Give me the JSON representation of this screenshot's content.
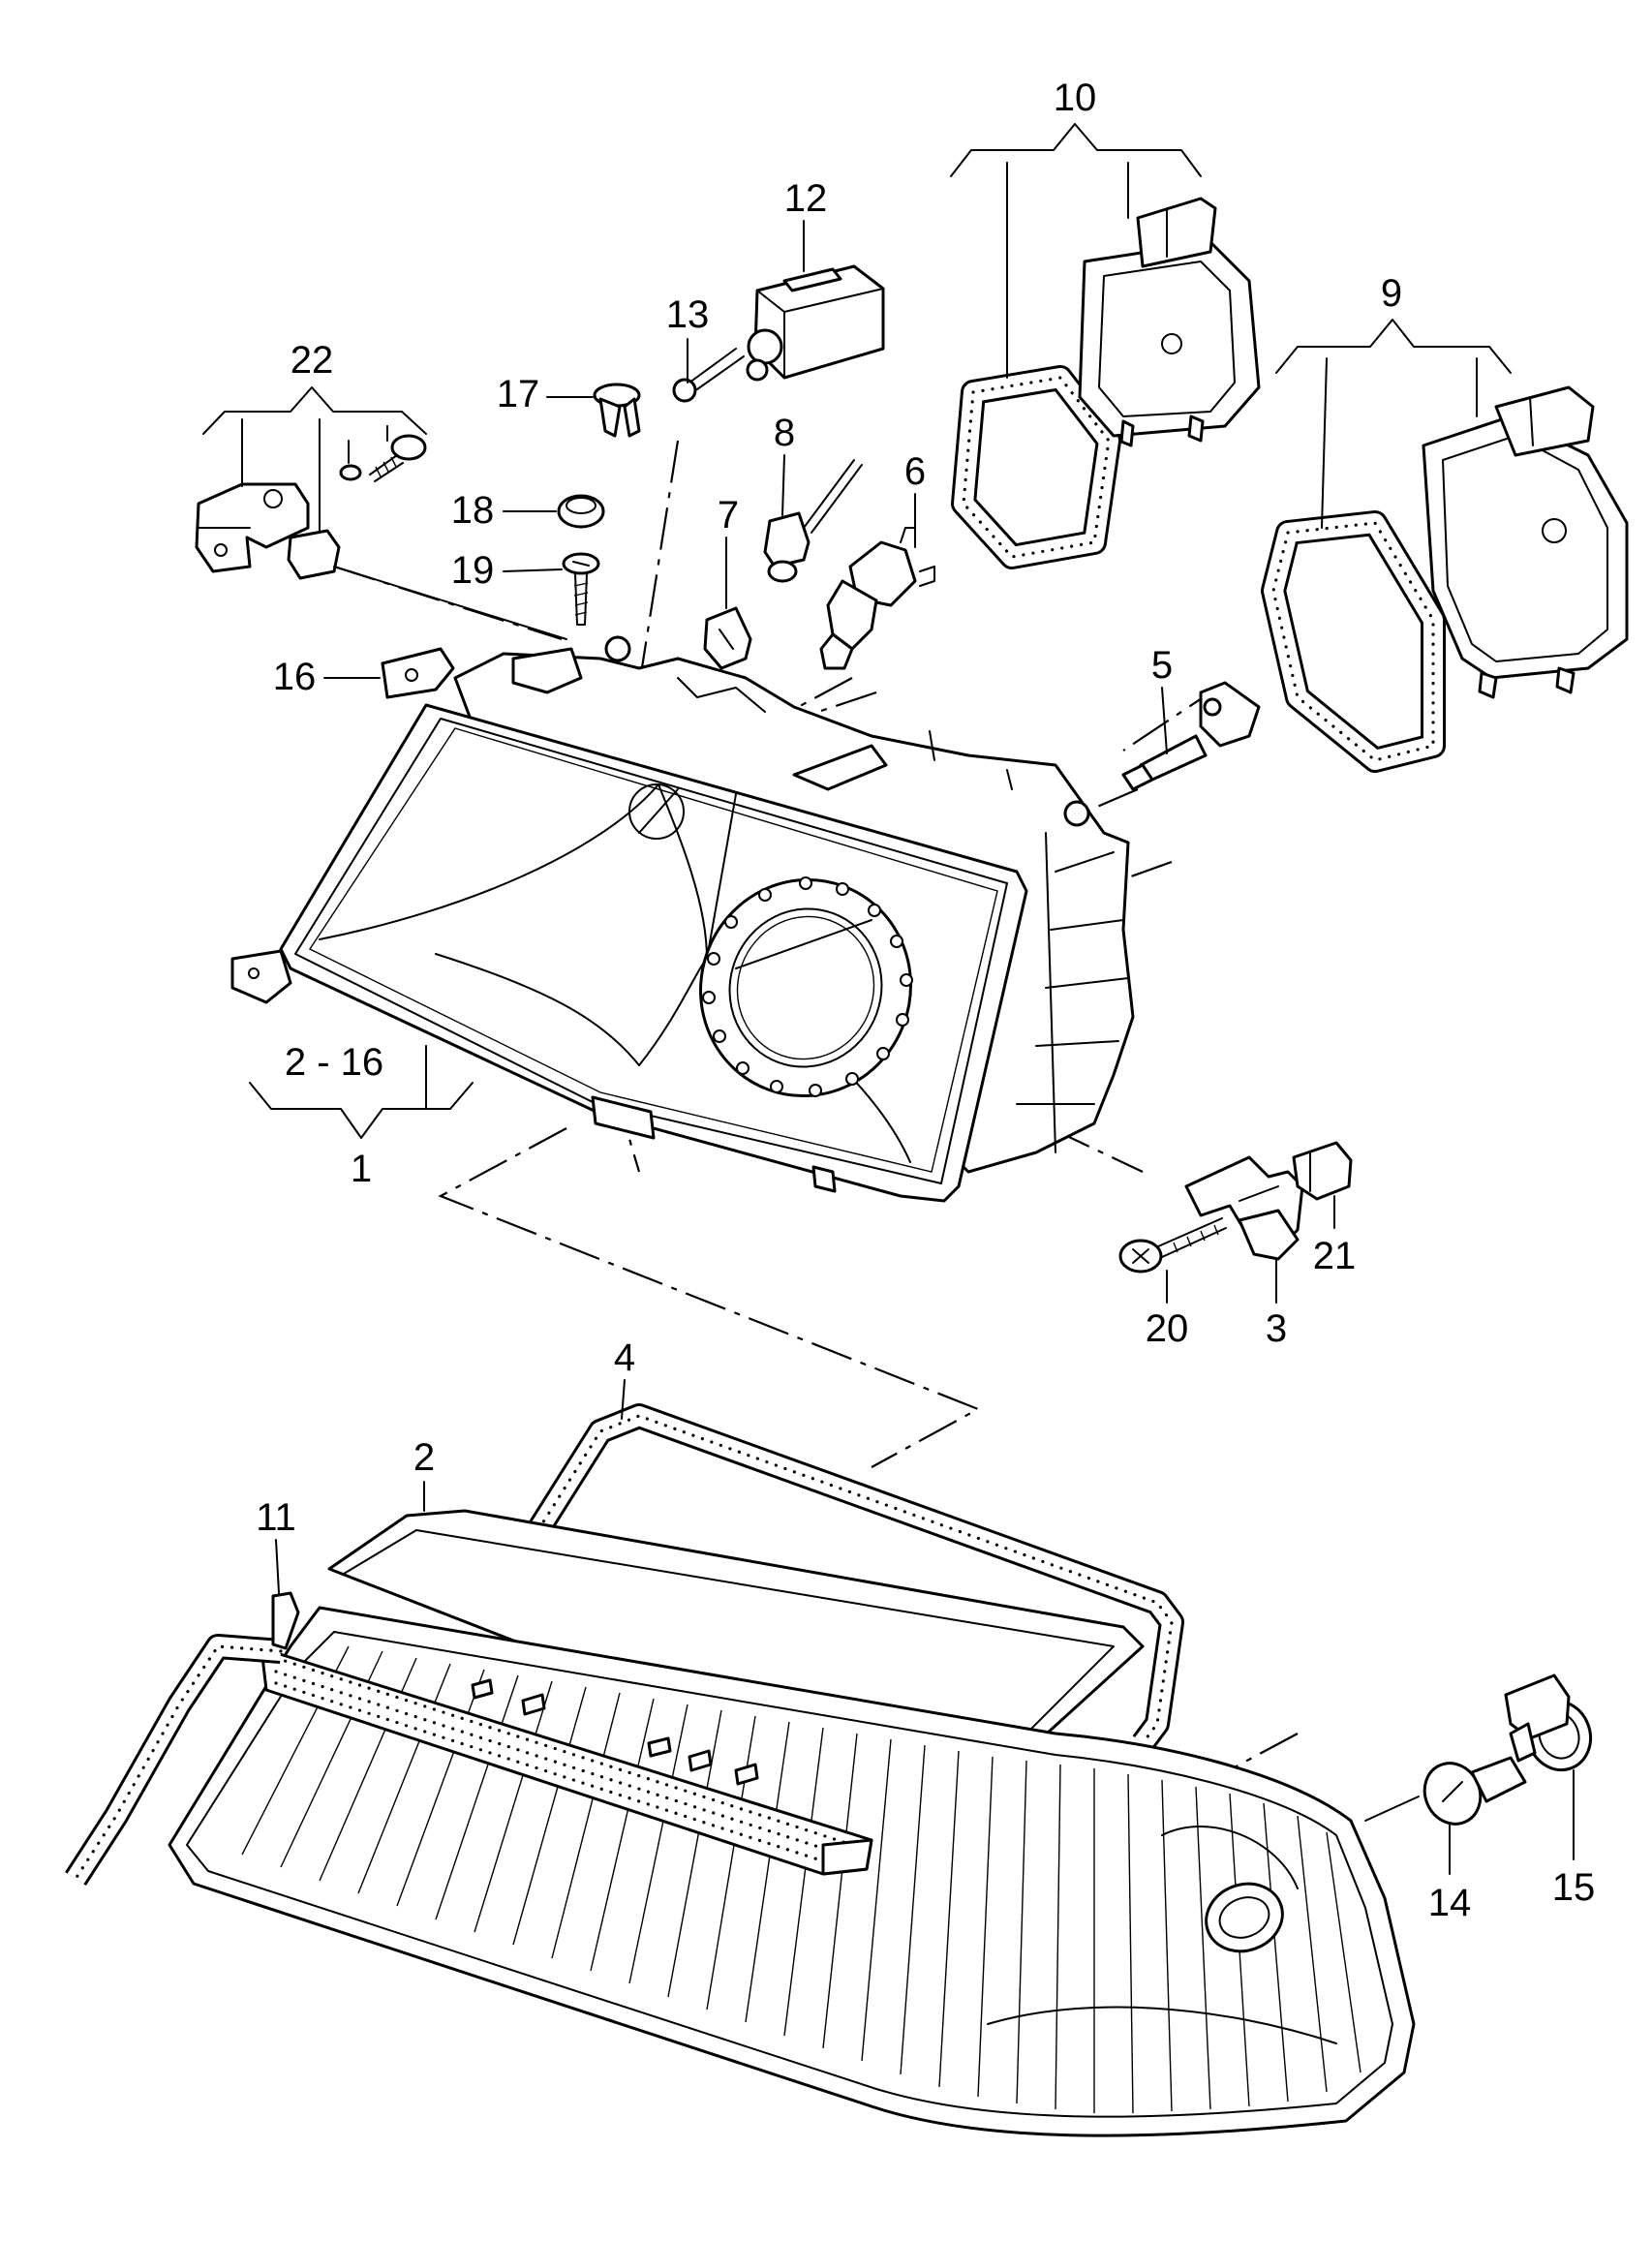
{
  "callouts": {
    "c1": "1",
    "c2_16": "2 - 16",
    "c2": "2",
    "c3": "3",
    "c4": "4",
    "c5": "5",
    "c6": "6",
    "c7": "7",
    "c8": "8",
    "c9": "9",
    "c10": "10",
    "c11": "11",
    "c12": "12",
    "c13": "13",
    "c14": "14",
    "c15": "15",
    "c16": "16",
    "c17": "17",
    "c18": "18",
    "c19": "19",
    "c20": "20",
    "c21": "21",
    "c22": "22"
  },
  "icons": {
    "screw": "screw-icon",
    "bulb": "bulb-icon",
    "gasket": "gasket-icon",
    "cap": "cap-icon",
    "clip": "clip-icon"
  }
}
